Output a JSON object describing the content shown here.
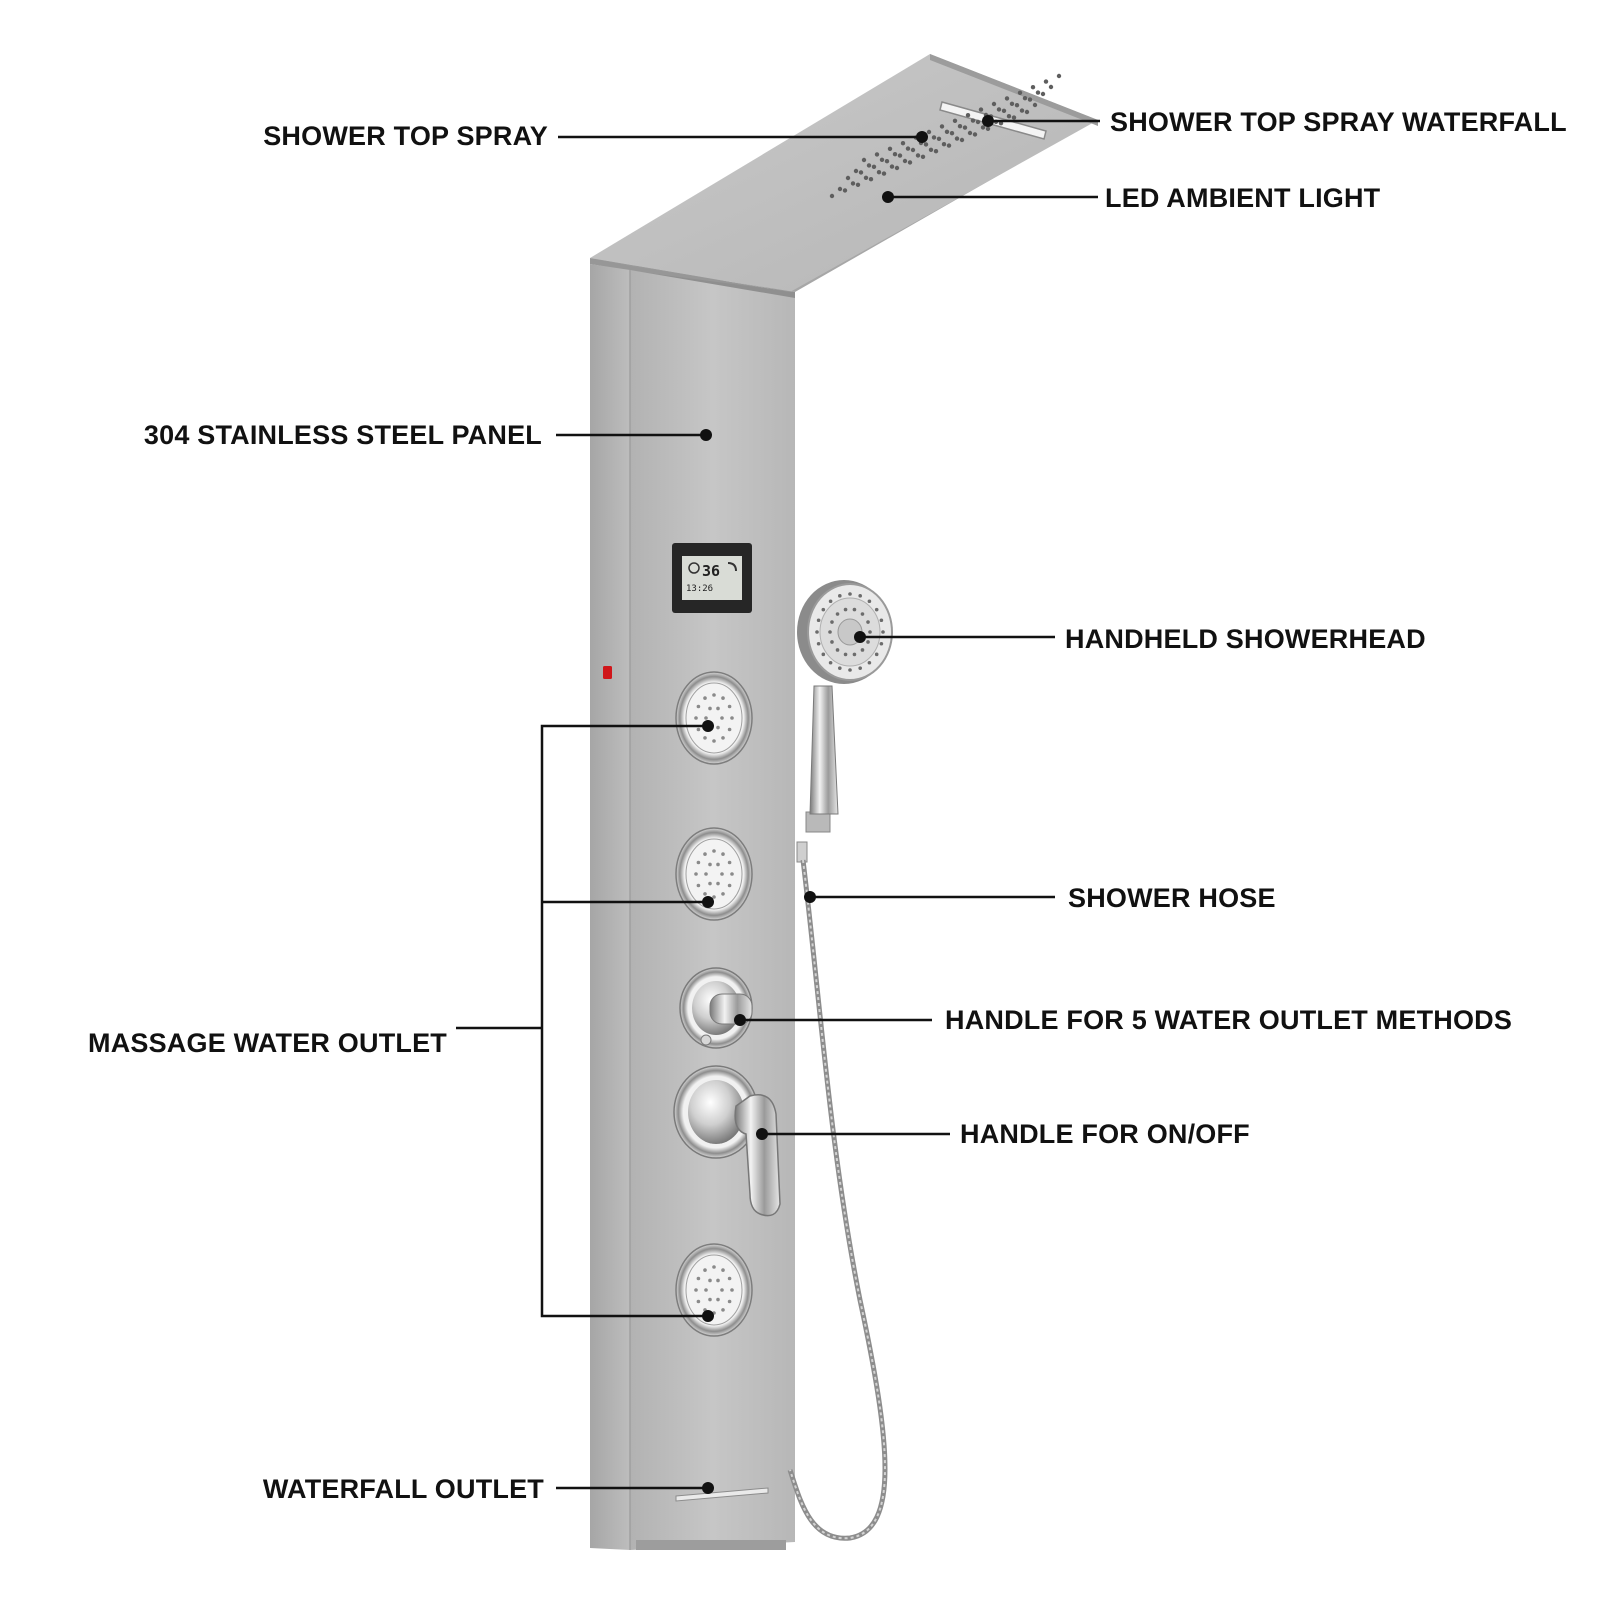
{
  "callouts": {
    "shower_top_spray": "SHOWER TOP SPRAY",
    "shower_top_spray_waterfall": "SHOWER TOP SPRAY WATERFALL",
    "led_ambient_light": "LED AMBIENT LIGHT",
    "stainless_panel": "304 STAINLESS STEEL PANEL",
    "handheld_showerhead": "HANDHELD SHOWERHEAD",
    "shower_hose": "SHOWER HOSE",
    "massage_water_outlet": "MASSAGE WATER OUTLET",
    "handle_5_methods": "HANDLE FOR 5 WATER OUTLET METHODS",
    "handle_on_off": "HANDLE FOR ON/OFF",
    "waterfall_outlet": "WATERFALL OUTLET"
  },
  "display": {
    "temperature": "36",
    "time": "13:26"
  },
  "colors": {
    "label": "#111111",
    "leader": "#111111",
    "steel_light": "#c4c4c4",
    "steel_dark": "#9d9d9d",
    "indicator": "#d0161a",
    "lcd": "#d9dcd6"
  }
}
